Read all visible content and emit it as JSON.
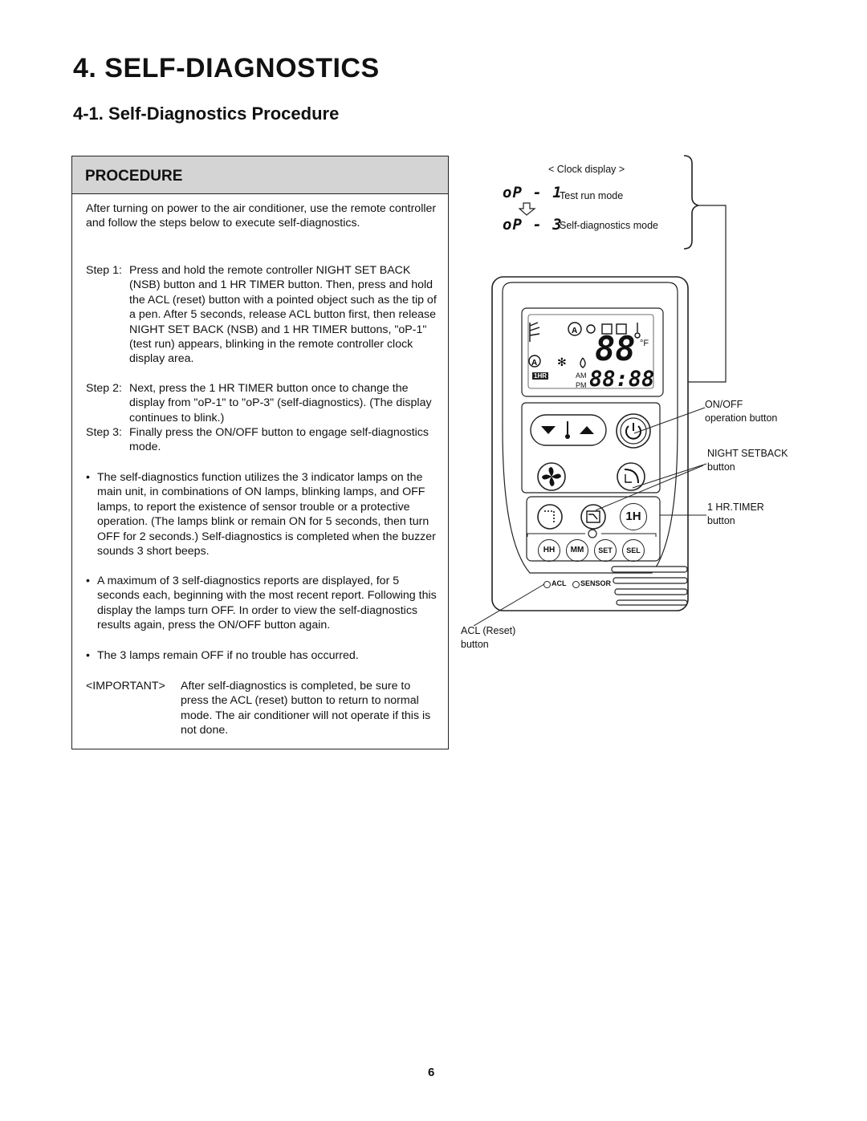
{
  "heading": "4. SELF-DIAGNOSTICS",
  "subheading": "4-1.  Self-Diagnostics Procedure",
  "procedure": {
    "title": "PROCEDURE",
    "intro": "After turning on power to the air conditioner, use the remote controller and follow the steps below to execute self-diagnostics.",
    "steps": [
      {
        "label": "Step 1:",
        "text": "Press and hold the remote controller NIGHT SET BACK (NSB) button and 1 HR TIMER button. Then, press and hold the ACL (reset) button with a pointed object such as the tip of a pen. After 5 seconds, release ACL button first, then release NIGHT SET BACK (NSB) and 1 HR TIMER buttons, \"oP-1\" (test run) appears, blinking in the remote controller clock display area."
      },
      {
        "label": "Step 2:",
        "text": "Next, press the 1 HR TIMER button once to change the display from \"oP-1\" to \"oP-3\" (self-diagnostics). (The display continues to blink.)"
      },
      {
        "label": "Step 3:",
        "text": "Finally press the ON/OFF button to engage self-diagnostics mode."
      }
    ],
    "bullets": [
      "The self-diagnostics function utilizes the 3 indicator lamps on the main unit, in combinations of ON lamps, blinking lamps, and OFF lamps, to report the existence of sensor trouble or a protective operation. (The lamps blink or remain ON for 5 seconds, then turn OFF for 2 seconds.) Self-diagnostics is completed when the buzzer sounds 3 short beeps.",
      "A maximum of 3 self-diagnostics reports are displayed, for 5 seconds each, beginning with the most recent report. Following this display the lamps turn OFF. In order to view the self-diagnostics results again, press the ON/OFF button again.",
      "The 3 lamps remain OFF if no trouble has occurred."
    ],
    "important_label": "<IMPORTANT>",
    "important_text": "After self-diagnostics is completed, be sure to press the ACL (reset) button to return to normal mode. The air conditioner will not operate if this is not done."
  },
  "diagram": {
    "clock_display": "< Clock display >",
    "op1_code": "oP - 1",
    "op1_label": "Test run mode",
    "op3_code": "oP - 3",
    "op3_label": "Self-diagnostics mode",
    "callouts": {
      "onoff_1": "ON/OFF",
      "onoff_2": "operation button",
      "nsb_1": "NIGHT SETBACK",
      "nsb_2": "button",
      "timer_1": "1 HR.TIMER",
      "timer_2": "button",
      "acl_1": "ACL (Reset)",
      "acl_2": "button"
    },
    "remote": {
      "temp_digits": "88",
      "unit": "°F",
      "clock_digits": "88:88",
      "am": "AM",
      "pm": "PM",
      "one_hr": "1HR",
      "btn_1h": "1H",
      "btn_hh": "HH",
      "btn_mm": "MM",
      "btn_set": "SET",
      "btn_sel": "SEL",
      "acl": "ACL",
      "sensor": "SENSOR"
    }
  },
  "page_number": "6"
}
